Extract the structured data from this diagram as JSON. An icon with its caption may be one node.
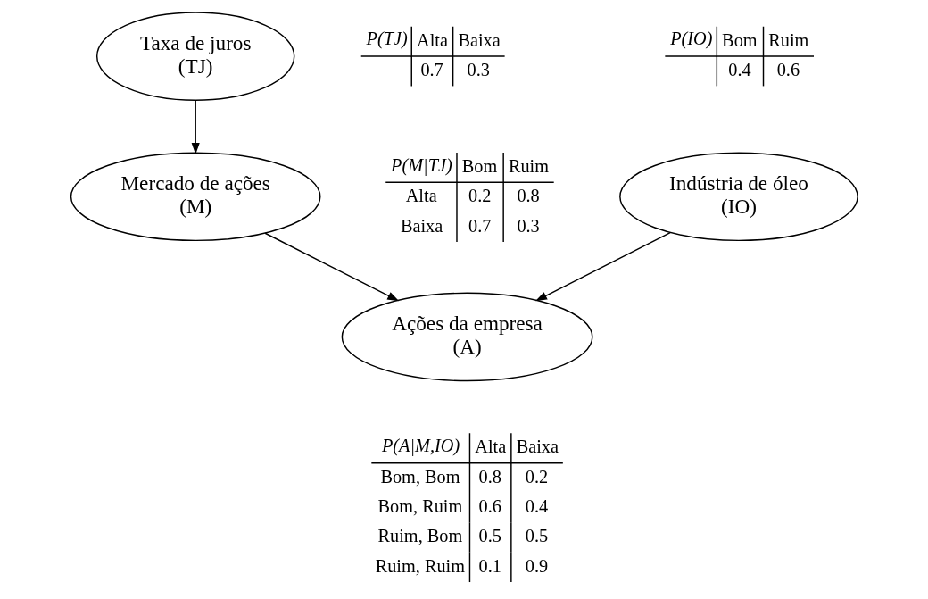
{
  "diagram": {
    "nodes": [
      {
        "text": [
          "Taxa de juros",
          "(TJ)"
        ]
      },
      {
        "text": [
          "Mercado de ações",
          "(M)"
        ]
      },
      {
        "text": [
          "Indústria de óleo",
          "(IO)"
        ]
      },
      {
        "text": [
          "Ações da empresa",
          "(A)"
        ]
      }
    ],
    "edges": [
      {
        "from": 0,
        "to": 1,
        "arrow": "to"
      },
      {
        "from": 1,
        "to": 3,
        "arrow": "to"
      },
      {
        "from": 2,
        "to": 3,
        "arrow": "to"
      }
    ],
    "labels": [
      "P(TJ)",
      "Alta",
      "Baixa",
      "0.7",
      "0.3",
      "P(IO)",
      "Bom",
      "Ruim",
      "0.4",
      "0.6",
      "P(M|TJ)",
      "Bom",
      "Ruim",
      "Alta",
      "0.2",
      "0.8",
      "Baixa",
      "0.7",
      "0.3",
      "P(A|M,IO)",
      "Alta",
      "Baixa",
      "Bom, Bom",
      "0.8",
      "0.2",
      "Bom, Ruim",
      "0.6",
      "0.4",
      "Ruim, Bom",
      "0.5",
      "0.5",
      "Ruim, Ruim",
      "0.1",
      "0.9"
    ]
  }
}
